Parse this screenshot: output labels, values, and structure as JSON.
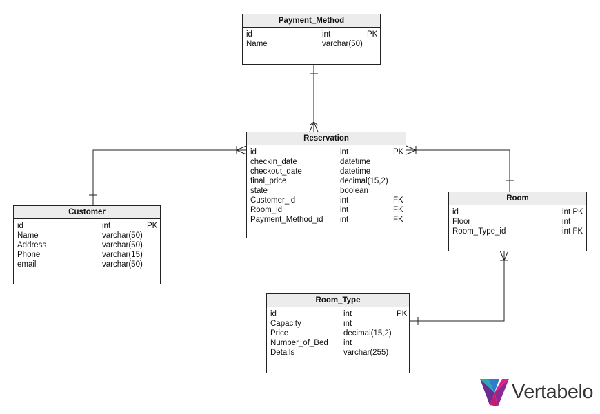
{
  "entities": [
    {
      "name": "Payment_Method",
      "columns": [
        {
          "name": "id",
          "type": "int",
          "key": "PK"
        },
        {
          "name": "Name",
          "type": "varchar(50)",
          "key": ""
        }
      ]
    },
    {
      "name": "Reservation",
      "columns": [
        {
          "name": "id",
          "type": "int",
          "key": "PK"
        },
        {
          "name": "checkin_date",
          "type": "datetime",
          "key": ""
        },
        {
          "name": "checkout_date",
          "type": "datetime",
          "key": ""
        },
        {
          "name": "final_price",
          "type": "decimal(15,2)",
          "key": ""
        },
        {
          "name": "state",
          "type": "boolean",
          "key": ""
        },
        {
          "name": "Customer_id",
          "type": "int",
          "key": "FK"
        },
        {
          "name": "Room_id",
          "type": "int",
          "key": "FK"
        },
        {
          "name": "Payment_Method_id",
          "type": "int",
          "key": "FK"
        }
      ]
    },
    {
      "name": "Customer",
      "columns": [
        {
          "name": "id",
          "type": "int",
          "key": "PK"
        },
        {
          "name": "Name",
          "type": "varchar(50)",
          "key": ""
        },
        {
          "name": "Address",
          "type": "varchar(50)",
          "key": ""
        },
        {
          "name": "Phone",
          "type": "varchar(15)",
          "key": ""
        },
        {
          "name": "email",
          "type": "varchar(50)",
          "key": ""
        }
      ]
    },
    {
      "name": "Room",
      "columns": [
        {
          "name": "id",
          "type": "int PK",
          "key": ""
        },
        {
          "name": "Floor",
          "type": "int",
          "key": ""
        },
        {
          "name": "Room_Type_id",
          "type": "int FK",
          "key": ""
        }
      ]
    },
    {
      "name": "Room_Type",
      "columns": [
        {
          "name": "id",
          "type": "int",
          "key": "PK"
        },
        {
          "name": "Capacity",
          "type": "int",
          "key": ""
        },
        {
          "name": "Price",
          "type": "decimal(15,2)",
          "key": ""
        },
        {
          "name": "Number_of_Bed",
          "type": "int",
          "key": ""
        },
        {
          "name": "Details",
          "type": "varchar(255)",
          "key": ""
        }
      ]
    }
  ],
  "relationships": [
    {
      "from": "Payment_Method",
      "to": "Reservation",
      "from_card": "one",
      "to_card": "many"
    },
    {
      "from": "Customer",
      "to": "Reservation",
      "from_card": "one",
      "to_card": "many"
    },
    {
      "from": "Room",
      "to": "Reservation",
      "from_card": "one",
      "to_card": "many"
    },
    {
      "from": "Room_Type",
      "to": "Room",
      "from_card": "one",
      "to_card": "many"
    }
  ],
  "logo": {
    "text": "Vertabelo"
  },
  "colors": {
    "line": "#222222",
    "header_bg": "#ececec",
    "logo_purple": "#6a2c91",
    "logo_pink": "#e0218a",
    "logo_blue": "#2e7bcf",
    "logo_teal": "#27a9b5"
  }
}
